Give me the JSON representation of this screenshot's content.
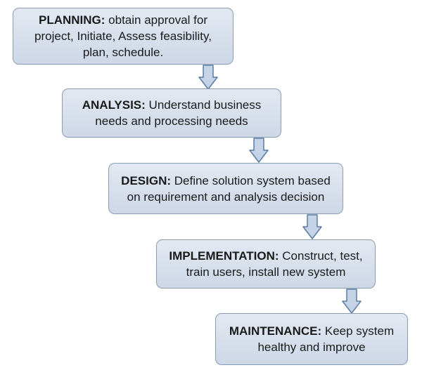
{
  "steps": [
    {
      "label": "PLANNING:",
      "text": " obtain approval for project, Initiate, Assess feasibility, plan, schedule."
    },
    {
      "label": "ANALYSIS:",
      "text": " Understand business needs and processing needs"
    },
    {
      "label": "DESIGN:",
      "text": " Define solution system based on requirement and analysis decision"
    },
    {
      "label": "IMPLEMENTATION:",
      "text": " Construct, test, train users, install new system"
    },
    {
      "label": "MAINTENANCE:",
      "text": " Keep system healthy and improve"
    }
  ],
  "colors": {
    "box_fill_top": "#e3e9f2",
    "box_fill_bottom": "#cdd7e6",
    "box_border": "#8a9bb4",
    "arrow_fill": "#c5d3e6",
    "arrow_stroke": "#5b7aa3"
  }
}
